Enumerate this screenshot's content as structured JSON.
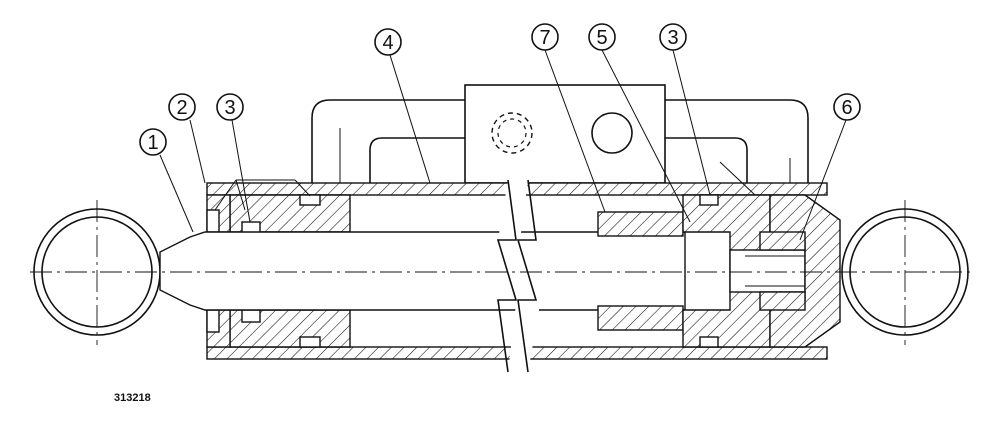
{
  "callouts": [
    {
      "label": "1"
    },
    {
      "label": "2"
    },
    {
      "label": "3"
    },
    {
      "label": "4"
    },
    {
      "label": "7"
    },
    {
      "label": "5"
    },
    {
      "label": "3"
    },
    {
      "label": "6"
    }
  ],
  "figure_ref": "313218"
}
